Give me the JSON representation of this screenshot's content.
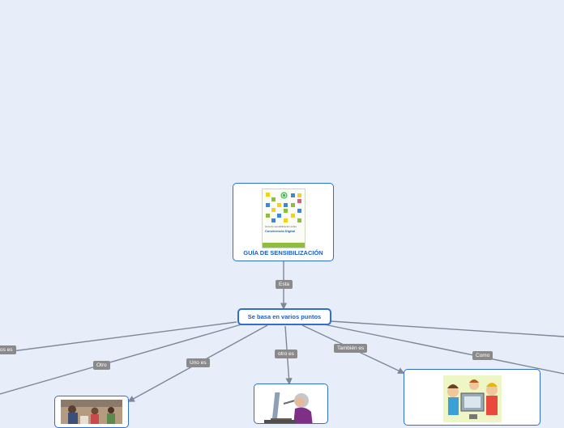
{
  "colors": {
    "background": "#e8eef9",
    "node_border": "#2f6fd1",
    "node_text": "#1d5ec4",
    "connector": "#7c8799",
    "label_bg": "#8a8a8a"
  },
  "root": {
    "title": "GUÍA DE SENSIBILIZACIÓN",
    "image": {
      "caption_small": "Guía de sensibilización sobre",
      "caption_large": "Convivencia Digital"
    }
  },
  "center": {
    "title": "Se basa en varios puntos"
  },
  "edge_labels": {
    "root_to_center": "Esta",
    "far_left": "os es",
    "otro": "Otro",
    "uno_es": "Uno es",
    "otro_es": "otro es",
    "tambien_es": "También es",
    "como": "Como"
  },
  "icons": {
    "root_image": "convivencia-digital-guide-cover",
    "classroom_photo": "classroom-photo",
    "computer_user": "woman-at-computer-illustration",
    "kids_computer": "kids-at-computer-illustration"
  }
}
